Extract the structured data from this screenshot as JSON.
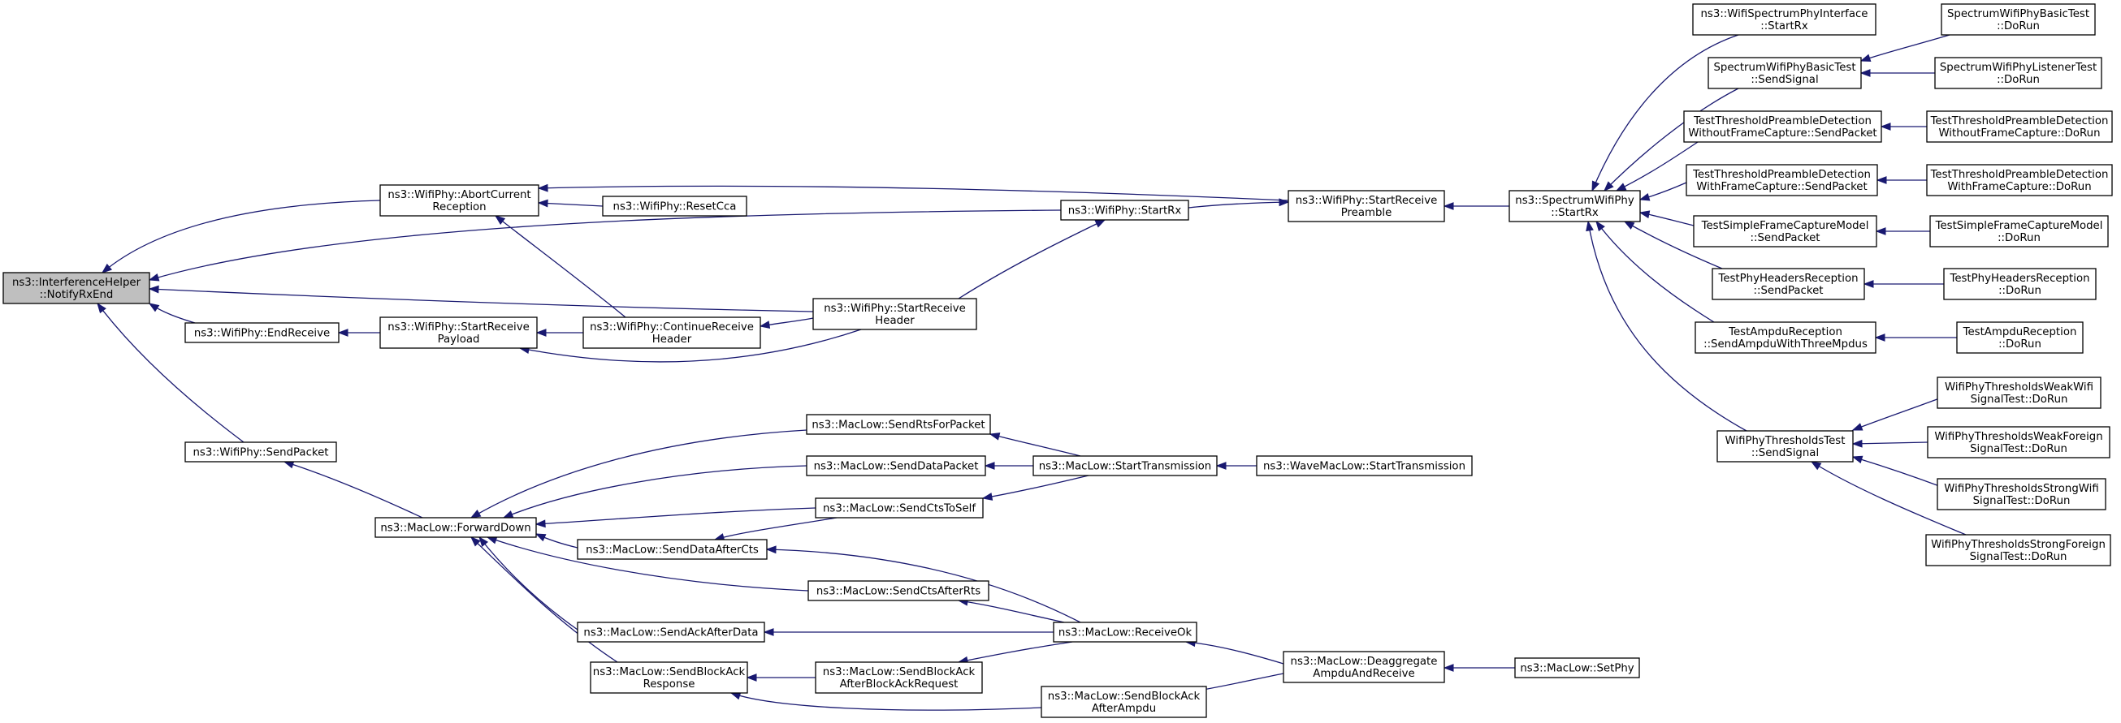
{
  "colors": {
    "edge": "#191970",
    "node_border": "#000000",
    "node_fill": "#ffffff",
    "root_fill": "#bfbfbf",
    "text": "#000000",
    "background": "#ffffff"
  },
  "nodes": {
    "interferencehelper-notifyrxend": {
      "lines": [
        "ns3::InterferenceHelper",
        "::NotifyRxEnd"
      ]
    },
    "wifiphy-abortcurrentreception": {
      "lines": [
        "ns3::WifiPhy::AbortCurrent",
        "Reception"
      ]
    },
    "wifiphy-resetcca": {
      "lines": [
        "ns3::WifiPhy::ResetCca"
      ]
    },
    "wifiphy-startreceivepreamble": {
      "lines": [
        "ns3::WifiPhy::StartReceive",
        "Preamble"
      ]
    },
    "spectrumwifiphy-startrx": {
      "lines": [
        "ns3::SpectrumWifiPhy",
        "::StartRx"
      ]
    },
    "wifiphy-startrx": {
      "lines": [
        "ns3::WifiPhy::StartRx"
      ]
    },
    "wifiphy-endreceive": {
      "lines": [
        "ns3::WifiPhy::EndReceive"
      ]
    },
    "wifiphy-startreceivepayload": {
      "lines": [
        "ns3::WifiPhy::StartReceive",
        "Payload"
      ]
    },
    "wifiphy-continuereceiveheader": {
      "lines": [
        "ns3::WifiPhy::ContinueReceive",
        "Header"
      ]
    },
    "wifiphy-startreceiveheader": {
      "lines": [
        "ns3::WifiPhy::StartReceive",
        "Header"
      ]
    },
    "wifiphy-sendpacket": {
      "lines": [
        "ns3::WifiPhy::SendPacket"
      ]
    },
    "maclow-forwarddown": {
      "lines": [
        "ns3::MacLow::ForwardDown"
      ]
    },
    "maclow-sendrtsforpacket": {
      "lines": [
        "ns3::MacLow::SendRtsForPacket"
      ]
    },
    "maclow-senddatapacket": {
      "lines": [
        "ns3::MacLow::SendDataPacket"
      ]
    },
    "maclow-sendctstoself": {
      "lines": [
        "ns3::MacLow::SendCtsToSelf"
      ]
    },
    "maclow-starttransmission": {
      "lines": [
        "ns3::MacLow::StartTransmission"
      ]
    },
    "wavemaclow-starttransmission": {
      "lines": [
        "ns3::WaveMacLow::StartTransmission"
      ]
    },
    "maclow-senddataafterctss": {
      "lines": [
        "ns3::MacLow::SendDataAfterCts"
      ]
    },
    "maclow-sendctsafterrts": {
      "lines": [
        "ns3::MacLow::SendCtsAfterRts"
      ]
    },
    "maclow-sendackafterdata": {
      "lines": [
        "ns3::MacLow::SendAckAfterData"
      ]
    },
    "maclow-receiveok": {
      "lines": [
        "ns3::MacLow::ReceiveOk"
      ]
    },
    "maclow-sendblockackresponse": {
      "lines": [
        "ns3::MacLow::SendBlockAck",
        "Response"
      ]
    },
    "maclow-sendblockackafterblockackrequest": {
      "lines": [
        "ns3::MacLow::SendBlockAck",
        "AfterBlockAckRequest"
      ]
    },
    "maclow-sendblockackafterampdu": {
      "lines": [
        "ns3::MacLow::SendBlockAck",
        "AfterAmpdu"
      ]
    },
    "maclow-deaggregateampduandreceive": {
      "lines": [
        "ns3::MacLow::Deaggregate",
        "AmpduAndReceive"
      ]
    },
    "maclow-setphy": {
      "lines": [
        "ns3::MacLow::SetPhy"
      ]
    },
    "wifispectrumphyinterface-startrx": {
      "lines": [
        "ns3::WifiSpectrumPhyInterface",
        "::StartRx"
      ]
    },
    "spectrumwifiphybasictest-sendsignal": {
      "lines": [
        "SpectrumWifiPhyBasicTest",
        "::SendSignal"
      ]
    },
    "spectrumwifiphybasictest-dorun": {
      "lines": [
        "SpectrumWifiPhyBasicTest",
        "::DoRun"
      ]
    },
    "spectrumwifiphylistenertest-dorun": {
      "lines": [
        "SpectrumWifiPhyListenerTest",
        "::DoRun"
      ]
    },
    "testthresholdpreambledetectionwithoutframecapture-sendpacket": {
      "lines": [
        "TestThresholdPreambleDetection",
        "WithoutFrameCapture::SendPacket"
      ]
    },
    "testthresholdpreambledetectionwithoutframecapture-dorun": {
      "lines": [
        "TestThresholdPreambleDetection",
        "WithoutFrameCapture::DoRun"
      ]
    },
    "testthresholdpreambledetectionwithframecapture-sendpacket": {
      "lines": [
        "TestThresholdPreambleDetection",
        "WithFrameCapture::SendPacket"
      ]
    },
    "testthresholdpreambledetectionwithframecapture-dorun": {
      "lines": [
        "TestThresholdPreambleDetection",
        "WithFrameCapture::DoRun"
      ]
    },
    "testsimpleframecapturemodel-sendpacket": {
      "lines": [
        "TestSimpleFrameCaptureModel",
        "::SendPacket"
      ]
    },
    "testsimpleframecapturemodel-dorun": {
      "lines": [
        "TestSimpleFrameCaptureModel",
        "::DoRun"
      ]
    },
    "testphyheadersreception-sendpacket": {
      "lines": [
        "TestPhyHeadersReception",
        "::SendPacket"
      ]
    },
    "testphyheadersreception-dorun": {
      "lines": [
        "TestPhyHeadersReception",
        "::DoRun"
      ]
    },
    "testampdureception-sendampduwiththreempdus": {
      "lines": [
        "TestAmpduReception",
        "::SendAmpduWithThreeMpdus"
      ]
    },
    "testampdureception-dorun": {
      "lines": [
        "TestAmpduReception",
        "::DoRun"
      ]
    },
    "wifiphythresholdstest-sendsignal": {
      "lines": [
        "WifiPhyThresholdsTest",
        "::SendSignal"
      ]
    },
    "wifiphythresholdsweakwifisignaltest-dorun": {
      "lines": [
        "WifiPhyThresholdsWeakWifi",
        "SignalTest::DoRun"
      ]
    },
    "wifiphythresholdsweakforeignsignaltest-dorun": {
      "lines": [
        "WifiPhyThresholdsWeakForeign",
        "SignalTest::DoRun"
      ]
    },
    "wifiphythresholdsstrongwifisignaltest-dorun": {
      "lines": [
        "WifiPhyThresholdsStrongWifi",
        "SignalTest::DoRun"
      ]
    },
    "wifiphythresholdsstrongforeignsignaltest-dorun": {
      "lines": [
        "WifiPhyThresholdsStrongForeign",
        "SignalTest::DoRun"
      ]
    }
  }
}
